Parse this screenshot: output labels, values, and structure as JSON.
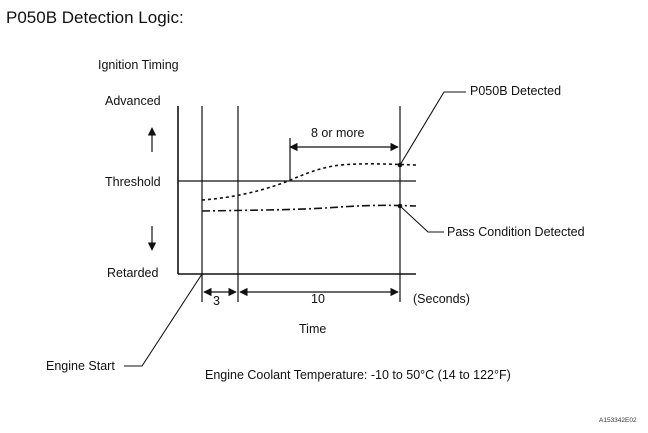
{
  "title": "P050B Detection Logic:",
  "y_axis": {
    "name": "Ignition Timing",
    "advanced": "Advanced",
    "threshold": "Threshold",
    "retarded": "Retarded"
  },
  "x_axis": {
    "name": "Time",
    "unit": "(Seconds)",
    "interval_1": "3",
    "interval_2": "10"
  },
  "annotations": {
    "window": "8 or more",
    "detected": "P050B Detected",
    "pass": "Pass Condition Detected",
    "engine_start": "Engine Start",
    "coolant": "Engine Coolant Temperature: -10 to 50°C (14 to 122°F)"
  },
  "figure_code": "A153342E02"
}
